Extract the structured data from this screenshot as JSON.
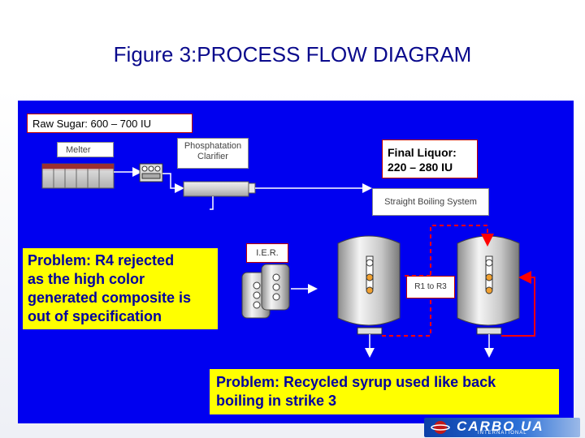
{
  "slide": {
    "title": "Figure 3:PROCESS FLOW DIAGRAM"
  },
  "labels": {
    "raw_sugar": "Raw Sugar: 600 – 700 IU",
    "melter": "Melter",
    "clarifier_line1": "Phosphatation",
    "clarifier_line2": "Clarifier",
    "final_liquor_line1": "Final Liquor:",
    "final_liquor_line2": "220 – 280 IU",
    "boiling_system": "Straight Boiling System",
    "ier": "I.E.R.",
    "r1_r3": "R1 to R3"
  },
  "problems": {
    "p1_line1": "Problem: R4 rejected",
    "p1_line2": "as the high color",
    "p1_line3": "generated composite is",
    "p1_line4": "out of specification",
    "p2_line1": "Problem: Recycled syrup used like back",
    "p2_line2": "boiling in strike 3"
  },
  "logo": {
    "text": "CARBO UA",
    "sub": "INTERNATIONAL"
  },
  "colors": {
    "panel": "#0000f0",
    "title": "#0a0a8c",
    "problem_bg": "#ffff00",
    "problem_text": "#0000a0",
    "flow_dashed": "#ff0000",
    "flow_solid": "#ff0000",
    "flow_white": "#ffffff"
  }
}
